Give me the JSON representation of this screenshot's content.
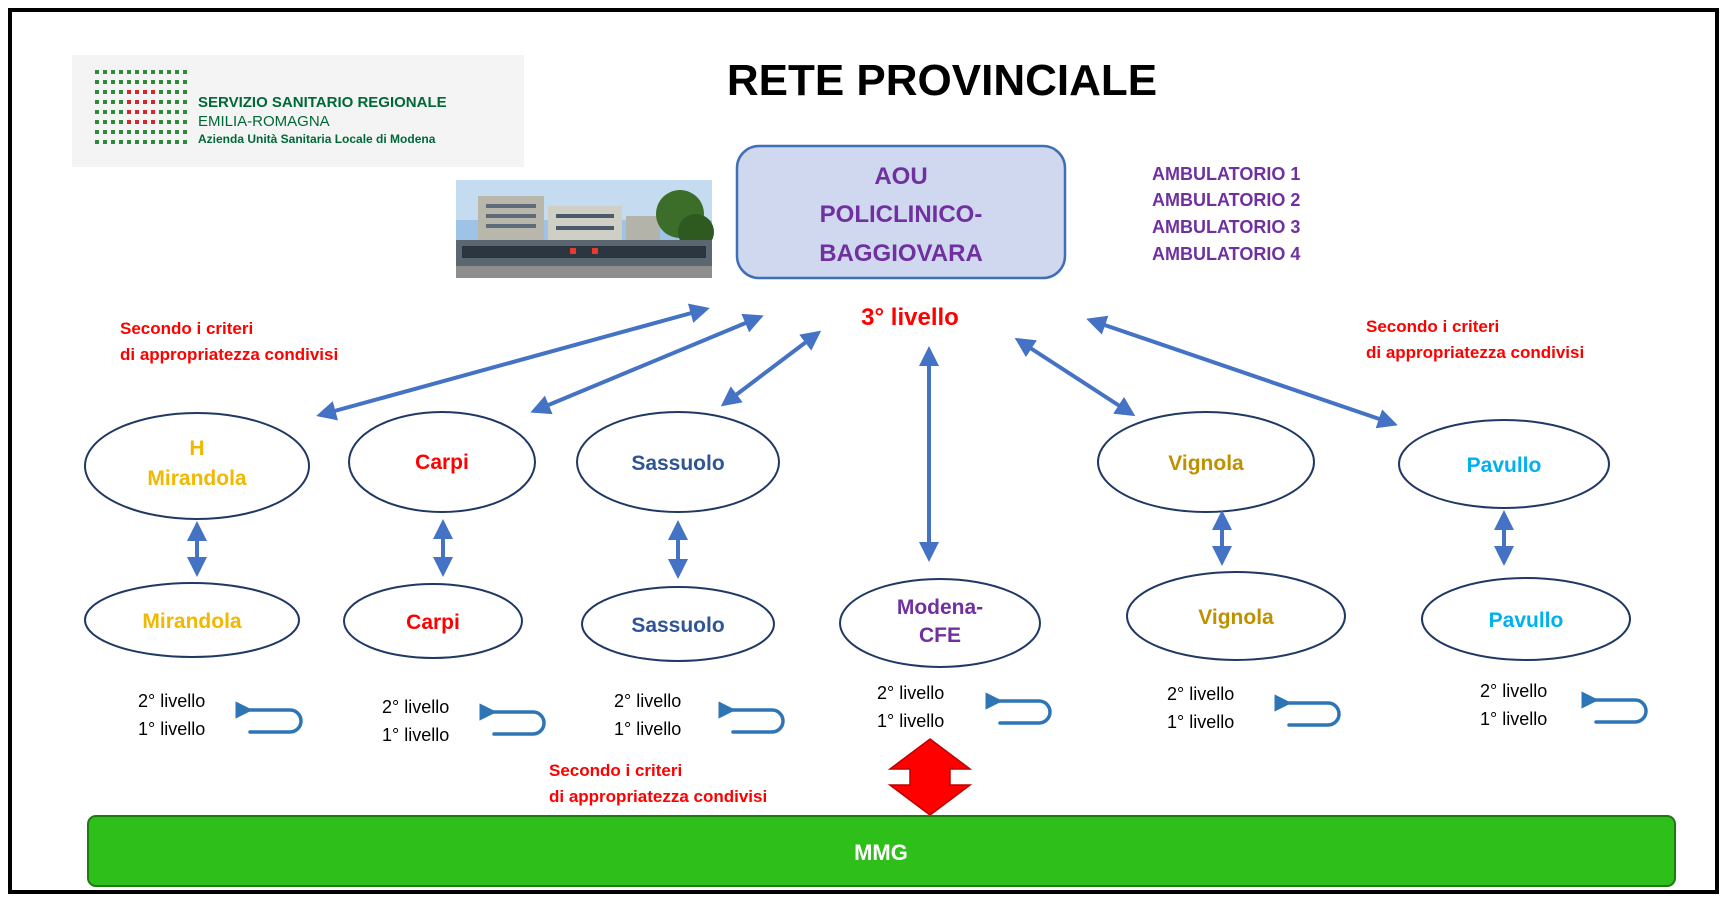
{
  "title": "RETE PROVINCIALE",
  "logo": {
    "line1": "SERVIZIO SANITARIO REGIONALE",
    "line2": "EMILIA-ROMAGNA",
    "line3": "Azienda Unità Sanitaria Locale di Modena"
  },
  "hub": {
    "lines": [
      "AOU",
      "POLICLINICO-",
      "BAGGIOVARA"
    ],
    "level": "3° livello"
  },
  "ambulatori": [
    "AMBULATORIO 1",
    "AMBULATORIO 2",
    "AMBULATORIO 3",
    "AMBULATORIO 4"
  ],
  "criteria": {
    "line1": "Secondo i criteri",
    "line2": "di appropriatezza condivisi"
  },
  "hospitals": [
    {
      "lines": [
        "H",
        "Mirandola"
      ],
      "color": "#f2b800"
    },
    {
      "lines": [
        "Carpi"
      ],
      "color": "#ff0000"
    },
    {
      "lines": [
        "Sassuolo"
      ],
      "color": "#2f5597"
    },
    {
      "lines": [
        "Vignola"
      ],
      "color": "#bf9000"
    },
    {
      "lines": [
        "Pavullo"
      ],
      "color": "#00b0f0"
    }
  ],
  "districts": [
    {
      "lines": [
        "Mirandola"
      ],
      "color": "#f2b800"
    },
    {
      "lines": [
        "Carpi"
      ],
      "color": "#ff0000"
    },
    {
      "lines": [
        "Sassuolo"
      ],
      "color": "#2f5597"
    },
    {
      "lines": [
        "Modena-",
        "CFE"
      ],
      "color": "#7030a0"
    },
    {
      "lines": [
        "Vignola"
      ],
      "color": "#bf9000"
    },
    {
      "lines": [
        "Pavullo"
      ],
      "color": "#00b0f0"
    }
  ],
  "levels": {
    "second": "2° livello",
    "first": "1° livello"
  },
  "mmg": "MMG",
  "colors": {
    "criteria_red": "#ff0000",
    "ambulatorio_purple": "#7030a0",
    "arrow_blue": "#4472c4",
    "hub_fill": "#d0d8f0",
    "mmg_green": "#2fbf1a",
    "mmg_text": "#ffffff"
  }
}
